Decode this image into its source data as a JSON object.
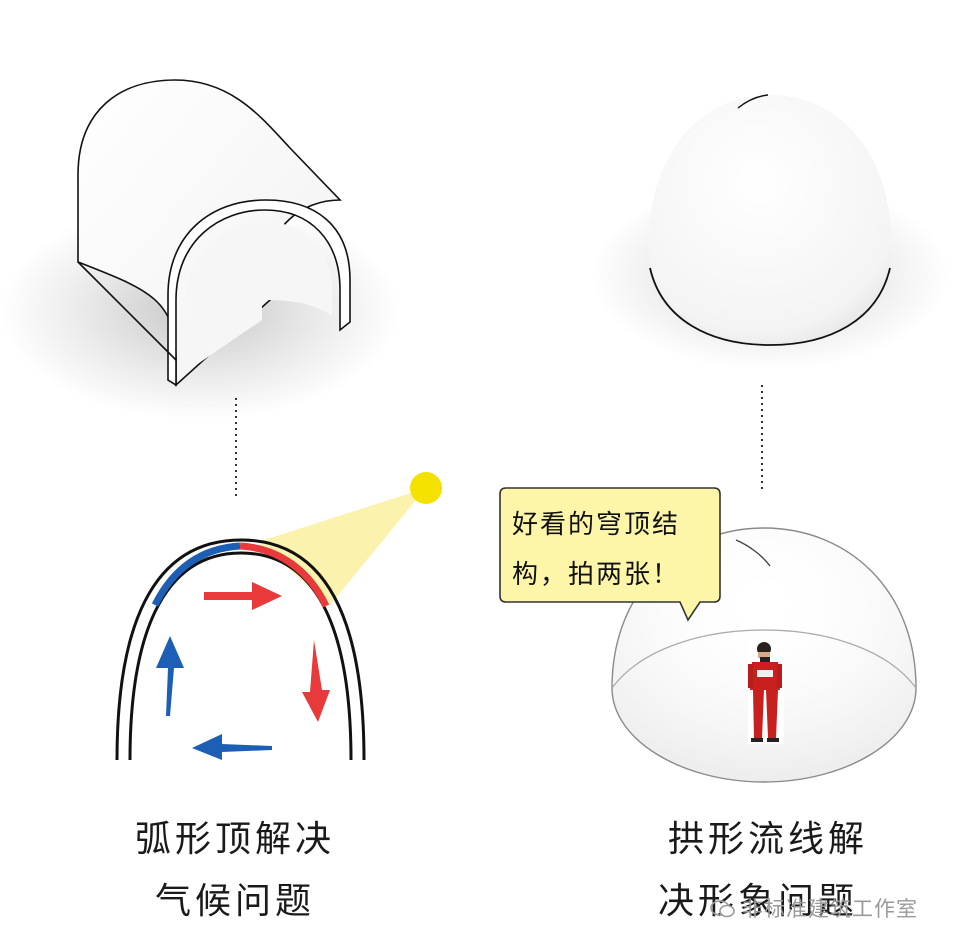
{
  "left_panel": {
    "caption_line1": "弧形顶解决",
    "caption_line2": "气候问题"
  },
  "right_panel": {
    "caption_line1": "拱形流线解",
    "caption_line2": "决形象问题",
    "speech_line1": "好看的穹顶结",
    "speech_line2": "构，拍两张！"
  },
  "watermark": {
    "text": "非标准建筑工作室"
  },
  "colors": {
    "sun": "#f4e100",
    "warm_arrow": "#e83a3a",
    "cool_arrow": "#1d5fb5",
    "speech_bubble": "#fdf6a9",
    "sun_beam": "#fbf2a4"
  }
}
